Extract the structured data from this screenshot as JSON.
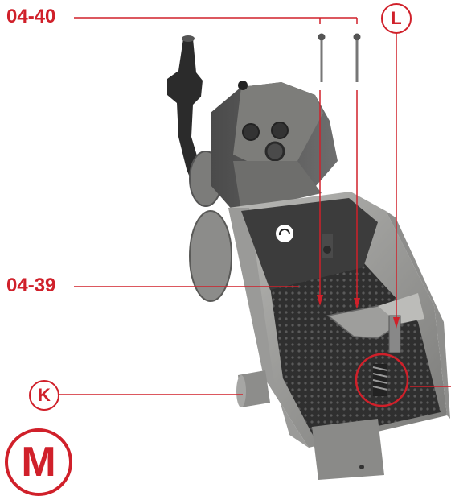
{
  "labels": {
    "top_part_number": "04-40",
    "mid_part_number": "04-39",
    "callout_L": "L",
    "callout_K": "K",
    "section_letter": "M"
  },
  "colors": {
    "accent": "#d0202a",
    "body_gray": "#8a8a88",
    "dark_gray": "#3a3a3a",
    "mat": "#2a2a2a"
  }
}
